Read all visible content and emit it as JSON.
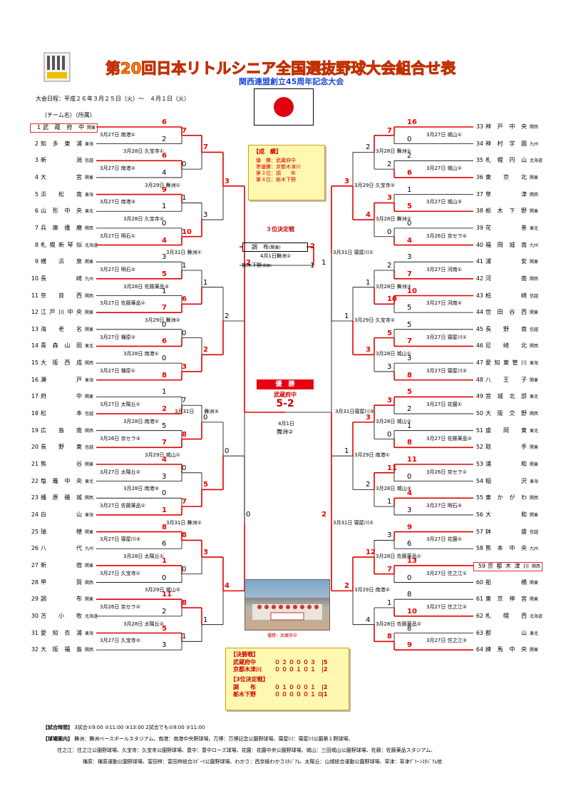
{
  "header": {
    "title": "第20回日本リトルシニア全国選抜野球大会組合せ表",
    "subtitle": "関西連盟創立45周年記念大会",
    "dates": "大会日程：平成２６年３月２５日（火）～　４月１日（火）",
    "column_header": "（チーム名）（所属）"
  },
  "left_teams": [
    {
      "num": "1",
      "name": "武蔵府中",
      "region": "関東",
      "highlight": true
    },
    {
      "num": "2",
      "name": "知多東浦",
      "region": "東海"
    },
    {
      "num": "3",
      "name": "新潟",
      "region": "信越"
    },
    {
      "num": "4",
      "name": "大宮",
      "region": "関東"
    },
    {
      "num": "5",
      "name": "浜松南",
      "region": "東海"
    },
    {
      "num": "6",
      "name": "山形中央",
      "region": "東北"
    },
    {
      "num": "7",
      "name": "兵庫播磨",
      "region": "関西"
    },
    {
      "num": "8",
      "name": "札幌新琴似",
      "region": "北海道"
    },
    {
      "num": "9",
      "name": "横浜泉",
      "region": "関東"
    },
    {
      "num": "10",
      "name": "長崎",
      "region": "九州"
    },
    {
      "num": "11",
      "name": "奈良西",
      "region": "関西"
    },
    {
      "num": "12",
      "name": "江戸川中央",
      "region": "関東"
    },
    {
      "num": "13",
      "name": "海老名",
      "region": "関東"
    },
    {
      "num": "14",
      "name": "青森山田",
      "region": "東北"
    },
    {
      "num": "15",
      "name": "大阪西成",
      "region": "関西"
    },
    {
      "num": "16",
      "name": "瀬戸",
      "region": "東海"
    },
    {
      "num": "17",
      "name": "府中",
      "region": "関東"
    },
    {
      "num": "18",
      "name": "松本",
      "region": "信越"
    },
    {
      "num": "19",
      "name": "広島南",
      "region": "関西"
    },
    {
      "num": "20",
      "name": "長野東",
      "region": "信越"
    },
    {
      "num": "21",
      "name": "熊谷",
      "region": "関東"
    },
    {
      "num": "22",
      "name": "塩竈中央",
      "region": "東北"
    },
    {
      "num": "23",
      "name": "橿原磯城",
      "region": "関西"
    },
    {
      "num": "24",
      "name": "白山",
      "region": "東海"
    },
    {
      "num": "25",
      "name": "瑞穂",
      "region": "関東"
    },
    {
      "num": "26",
      "name": "八代",
      "region": "九州"
    },
    {
      "num": "27",
      "name": "新宿",
      "region": "関東"
    },
    {
      "num": "28",
      "name": "甲賀",
      "region": "関西"
    },
    {
      "num": "29",
      "name": "調布",
      "region": "関東"
    },
    {
      "num": "30",
      "name": "苫小牧",
      "region": "北海道"
    },
    {
      "num": "31",
      "name": "愛知衣浦",
      "region": "東海"
    },
    {
      "num": "32",
      "name": "大阪福島",
      "region": "関西"
    }
  ],
  "right_teams": [
    {
      "num": "33",
      "name": "神戸中央",
      "region": "関西"
    },
    {
      "num": "34",
      "name": "神村学園",
      "region": "九州"
    },
    {
      "num": "35",
      "name": "札幌円山",
      "region": "北海道"
    },
    {
      "num": "36",
      "name": "東京北",
      "region": "関東"
    },
    {
      "num": "37",
      "name": "草津",
      "region": "関西"
    },
    {
      "num": "38",
      "name": "栃木下野",
      "region": "関東"
    },
    {
      "num": "39",
      "name": "花巻",
      "region": "東北"
    },
    {
      "num": "40",
      "name": "福岡城南",
      "region": "九州"
    },
    {
      "num": "41",
      "name": "浦安",
      "region": "関東"
    },
    {
      "num": "42",
      "name": "河南",
      "region": "関西"
    },
    {
      "num": "43",
      "name": "柏崎",
      "region": "信越"
    },
    {
      "num": "44",
      "name": "世田谷西",
      "region": "関東"
    },
    {
      "num": "45",
      "name": "長野南",
      "region": "信越"
    },
    {
      "num": "46",
      "name": "尼崎北",
      "region": "関西"
    },
    {
      "num": "47",
      "name": "愛知東管川",
      "region": "東海"
    },
    {
      "num": "48",
      "name": "八王子",
      "region": "関東"
    },
    {
      "num": "49",
      "name": "宮城北部",
      "region": "東北"
    },
    {
      "num": "50",
      "name": "大阪交野",
      "region": "関西"
    },
    {
      "num": "51",
      "name": "盛岡東",
      "region": "東北"
    },
    {
      "num": "52",
      "name": "取手",
      "region": "関東"
    },
    {
      "num": "53",
      "name": "浦和",
      "region": "関東"
    },
    {
      "num": "54",
      "name": "稲沢",
      "region": "東海"
    },
    {
      "num": "55",
      "name": "東かがわ",
      "region": "関西"
    },
    {
      "num": "56",
      "name": "大和",
      "region": "関東"
    },
    {
      "num": "57",
      "name": "鉢盛",
      "region": "信越"
    },
    {
      "num": "58",
      "name": "熊本中央",
      "region": "九州"
    },
    {
      "num": "59",
      "name": "京都木津川",
      "region": "関西",
      "highlight": true
    },
    {
      "num": "60",
      "name": "船橋",
      "region": "関東"
    },
    {
      "num": "61",
      "name": "東京神宮",
      "region": "関東"
    },
    {
      "num": "62",
      "name": "札幌西",
      "region": "北海道"
    },
    {
      "num": "63",
      "name": "郡山",
      "region": "東北"
    },
    {
      "num": "64",
      "name": "練馬中央",
      "region": "関東"
    }
  ],
  "left_r1": [
    {
      "date": "3月27日",
      "venue": "南港①",
      "s1": "6",
      "s2": "2",
      "w": 1
    },
    {
      "date": "3月27日",
      "venue": "南港②",
      "s1": "6",
      "s2": "4",
      "w": 1
    },
    {
      "date": "3月27日",
      "venue": "南港③",
      "s1": "9",
      "s2": "1",
      "w": 1
    },
    {
      "date": "3月27日",
      "venue": "明石①",
      "s1": "0",
      "s2": "4",
      "w": 2
    },
    {
      "date": "3月27日",
      "venue": "明石②",
      "s1": "3",
      "s2": "5",
      "w": 2
    },
    {
      "date": "3月27日",
      "venue": "佐藤薬品①",
      "s1": "1",
      "s2": "7",
      "w": 2
    },
    {
      "date": "3月27日",
      "venue": "橿原②",
      "s1": "0",
      "s2": "6",
      "w": 2
    },
    {
      "date": "3月27日",
      "venue": "橿原①",
      "s1": "0",
      "s2": "8",
      "w": 2
    },
    {
      "date": "3月27日",
      "venue": "太陽丘①",
      "s1": "1",
      "s2": "2",
      "w": 2
    },
    {
      "date": "3月26日",
      "venue": "京セラ③",
      "s1": "5",
      "s2": "7",
      "w": 2
    },
    {
      "date": "3月27日",
      "venue": "太陽丘②",
      "s1": "4",
      "s2": "3",
      "w": 1
    },
    {
      "date": "3月27日",
      "venue": "佐藤薬品①",
      "s1": "0",
      "s2": "1",
      "w": 2
    },
    {
      "date": "3月27日",
      "venue": "寝屋川③",
      "s1": "8",
      "s2": "6",
      "w": 1
    },
    {
      "date": "3月27日",
      "venue": "久宝寺①",
      "s1": "1",
      "s2": "0",
      "w": 1
    },
    {
      "date": "3月26日",
      "venue": "京セラ②",
      "s1": "11",
      "s2": "2",
      "w": 1
    },
    {
      "date": "3月27日",
      "venue": "久宝寺②",
      "s1": "5",
      "s2": "3",
      "w": 1
    }
  ],
  "left_r2": [
    {
      "date": "3月28日",
      "venue": "久宝寺①",
      "s1": "7",
      "s2": "0",
      "w": 1
    },
    {
      "date": "3月28日",
      "venue": "久宝寺②",
      "s1": "1",
      "s2": "10",
      "w": 2
    },
    {
      "date": "3月28日",
      "venue": "佐藤薬品③",
      "s1": "1",
      "s2": "6",
      "w": 2
    },
    {
      "date": "3月28日",
      "venue": "南港①",
      "s1": "0",
      "s2": "3",
      "w": 2
    },
    {
      "date": "3月28日",
      "venue": "南港②",
      "s1": "7",
      "s2": "8",
      "w": 2
    },
    {
      "date": "3月28日",
      "venue": "南港③",
      "s1": "0",
      "s2": "7",
      "w": 2
    },
    {
      "date": "3月28日",
      "venue": "太陽丘①",
      "s1": "8",
      "s2": "0",
      "w": 1
    },
    {
      "date": "3月28日",
      "venue": "太陽丘②",
      "s1": "8",
      "s2": "1",
      "w": 1
    }
  ],
  "left_r3": [
    {
      "date": "3月29日",
      "venue": "舞洲①",
      "s1": "7",
      "s2": "3",
      "w": 1
    },
    {
      "date": "3月29日",
      "venue": "舞洲②",
      "s1": "1",
      "s2": "2",
      "w": 2
    },
    {
      "date": "3月29日",
      "venue": "城山①",
      "s1": "0",
      "s2": "5",
      "w": 2
    },
    {
      "date": "3月29日",
      "venue": "城山②",
      "s1": "3",
      "s2": "1",
      "w": 1
    }
  ],
  "left_r4": [
    {
      "date": "3月31日",
      "venue": "舞洲①",
      "s1": "3",
      "s2": "2",
      "w": 1
    },
    {
      "date": "3月31日",
      "venue": "舞洲②",
      "s1": "0",
      "s2": "4",
      "w": 2
    }
  ],
  "left_sf": {
    "date": "3月31日",
    "venue": "舞洲③",
    "s1": "2",
    "s2": "0",
    "w": 1
  },
  "right_r1": [
    {
      "date": "3月27日",
      "venue": "城山①",
      "s1": "16",
      "s2": "0",
      "w": 1
    },
    {
      "date": "3月27日",
      "venue": "城山②",
      "s1": "2",
      "s2": "6",
      "w": 2
    },
    {
      "date": "3月27日",
      "venue": "城山③",
      "s1": "1",
      "s2": "5",
      "w": 2
    },
    {
      "date": "3月26日",
      "venue": "京セラ④",
      "s1": "0",
      "s2": "4",
      "w": 2
    },
    {
      "date": "3月27日",
      "venue": "河南①",
      "s1": "3",
      "s2": "7",
      "w": 2
    },
    {
      "date": "3月27日",
      "venue": "河南②",
      "s1": "10",
      "s2": "5",
      "w": 1
    },
    {
      "date": "3月27日",
      "venue": "寝屋川①",
      "s1": "5",
      "s2": "7",
      "w": 2
    },
    {
      "date": "3月27日",
      "venue": "寝屋川②",
      "s1": "3",
      "s2": "8",
      "w": 2
    },
    {
      "date": "3月27日",
      "venue": "花園①",
      "s1": "5",
      "s2": "2",
      "w": 1
    },
    {
      "date": "3月27日",
      "venue": "佐藤薬品②",
      "s1": "1",
      "s2": "8",
      "w": 2
    },
    {
      "date": "3月26日",
      "venue": "京セラ①",
      "s1": "11",
      "s2": "0",
      "w": 1
    },
    {
      "date": "3月27日",
      "venue": "明石③",
      "s1": "4",
      "s2": "3",
      "w": 1
    },
    {
      "date": "3月27日",
      "venue": "花園②",
      "s1": "9",
      "s2": "6",
      "w": 1
    },
    {
      "date": "3月27日",
      "venue": "住之江①",
      "s1": "13",
      "s2": "0",
      "w": 1
    },
    {
      "date": "3月27日",
      "venue": "住之江②",
      "s1": "8",
      "s2": "10",
      "w": 2
    },
    {
      "date": "3月27日",
      "venue": "住之江③",
      "s1": "8",
      "s2": "9",
      "w": 2
    }
  ],
  "right_r2": [
    {
      "date": "3月28日",
      "venue": "舞洲①",
      "s1": "7",
      "s2": "2",
      "w": 1
    },
    {
      "date": "3月28日",
      "venue": "舞洲②",
      "s1": "3",
      "s2": "0",
      "w": 1
    },
    {
      "date": "3月28日",
      "venue": "舞洲③",
      "s1": "2",
      "s2": "10",
      "w": 2
    },
    {
      "date": "3月28日",
      "venue": "城山①",
      "s1": "5",
      "s2": "3",
      "w": 1
    },
    {
      "date": "3月28日",
      "venue": "城山②",
      "s1": "3",
      "s2": "0",
      "w": 1
    },
    {
      "date": "3月28日",
      "venue": "城山③",
      "s1": "11",
      "s2": "1",
      "w": 1
    },
    {
      "date": "3月28日",
      "venue": "佐藤薬品①",
      "s1": "3",
      "s2": "7",
      "w": 2
    },
    {
      "date": "3月28日",
      "venue": "佐藤薬品②",
      "s1": "1",
      "s2": "8",
      "w": 2
    }
  ],
  "right_r3": [
    {
      "date": "3月29日",
      "venue": "久宝寺②",
      "s1": "2",
      "s2": "4",
      "w": 2
    },
    {
      "date": "3月29日",
      "venue": "久宝寺②",
      "s1": "1",
      "s2": "3",
      "w": 2
    },
    {
      "date": "3月29日",
      "venue": "南港①",
      "s1": "3",
      "s2": "2",
      "w": 1
    },
    {
      "date": "3月29日",
      "venue": "南港②",
      "s1": "12",
      "s2": "4",
      "w": 1
    }
  ],
  "right_r4": [
    {
      "date": "3月31日",
      "venue": "寝屋川①",
      "s1": "3",
      "s2": "1",
      "w": 1
    },
    {
      "date": "3月31日",
      "venue": "寝屋川②",
      "s1": "1",
      "s2": "2",
      "w": 2
    }
  ],
  "right_sf": {
    "date": "3月31日",
    "venue": "寝屋川③",
    "s1": "1",
    "s2": "2",
    "w": 2
  },
  "results_box": {
    "heading": "【成　績】",
    "rows": [
      "優　勝：武蔵府中",
      "準優勝：京都木津川",
      "第３位：調　　布",
      "第４位：栃木下野"
    ]
  },
  "third_place": {
    "title": "３位決定戦",
    "team1": "調　布",
    "team1_region": "(関東)",
    "team2": "栃木下野",
    "team2_region": "(関東)",
    "date": "4月1日",
    "venue": "舞洲①",
    "s1": "2",
    "s2": "1"
  },
  "final": {
    "champion_label": "優　勝",
    "champion": "武蔵府中",
    "score": "5-2",
    "date": "4月1日",
    "venue": "舞洲②"
  },
  "photo_caption": "優勝：武蔵府中",
  "final_box": {
    "final_heading": "【決勝戦】",
    "final_rows": [
      {
        "team": "武蔵府中",
        "innings": "０２０００３",
        "total": "5"
      },
      {
        "team": "京都木津川",
        "innings": "０００１０１",
        "total": "2"
      }
    ],
    "third_heading": "【3位決定戦】",
    "third_rows": [
      {
        "team": "調　　布",
        "innings": "０１０００１",
        "total": "2"
      },
      {
        "team": "栃木下野",
        "innings": "０００００１０",
        "total": "1"
      }
    ]
  },
  "notes": {
    "time_label": "【試合時間】",
    "time_text": "3試合①9:00  ②11:00  ③13:00   2試合でも①9:00  ②11:00",
    "venue_label": "【球場案内】",
    "venue_line1": "舞洲：舞洲ベースボールスタジアム、南港：南港中央野球場、万博：万博記念公園野球場、寝屋川：寝屋川公園第１野球場、",
    "venue_line2": "住之江：住之江公園野球場、久宝寺：久宝寺公園野球場、豊中：豊中ローズ球場、花園：花園中央公園野球場、城山：三田城山公園野球場、佐藤：佐藤薬品スタジアム、",
    "venue_line3": "橿原：橿原運動公園野球場、富田林：富田林総合ｽﾎﾟｰﾂ公園野球場、わかさ：西京極わかさｽﾀｼﾞｱﾑ、太陽丘：山城総合運動公園野球場、草津：草津ｸﾞﾘｰﾝｽﾀｼﾞｱﾑ他"
  },
  "colors": {
    "winner": "#e00000",
    "loser": "#000000",
    "title": "#ff8a00",
    "subtitle": "#1a47d8",
    "flag": "#e00012"
  }
}
